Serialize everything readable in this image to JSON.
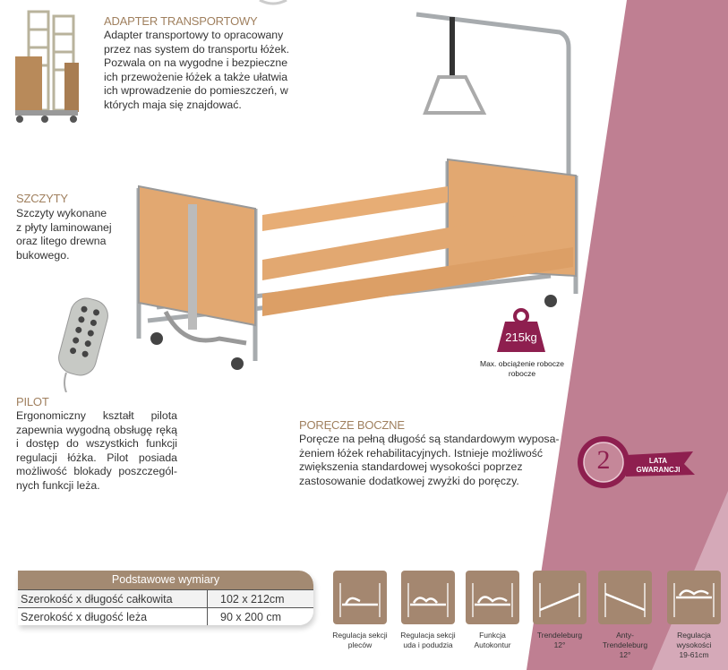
{
  "adapter": {
    "title": "ADAPTER TRANSPORTOWY",
    "lines": [
      "Adapter transportowy to opracowany",
      "przez nas system do transportu łóżek.",
      "Pozwala on na wygodne i bezpieczne",
      "ich przewożenie łóżek a także ułatwia",
      "ich wprowadzenie do pomieszczeń, w",
      "których maja się znajdować."
    ]
  },
  "szczyty": {
    "title": "SZCZYTY",
    "lines": [
      "Szczyty wykonane",
      "z płyty laminowanej",
      "oraz litego drewna",
      "bukowego."
    ]
  },
  "pilot": {
    "title": "PILOT",
    "lines": [
      "Ergonomiczny kształt pilota",
      "zapewnia wygodną obsługę ręką",
      "i dostęp do wszystkich funkcji",
      "regulacji łóżka. Pilot posiada",
      "możliwość blokady poszczegól-",
      "nych funkcji leża."
    ]
  },
  "porecze": {
    "title": "PORĘCZE BOCZNE",
    "lines": [
      "Poręcze na pełną długość są standardowym wyposa-",
      "żeniem łóżek rehabilitacyjnych. Istnieje możliwość",
      "zwiększenia standardowej wysokości poprzez",
      "zastosowanie dodatkowej zwyżki do poręczy."
    ]
  },
  "load": {
    "value": "215kg",
    "caption_lines": [
      "Max. obciążenie robocze",
      "robocze"
    ]
  },
  "warranty": {
    "number": "2",
    "line1": "LATA",
    "line2": "GWARANCJI"
  },
  "dimensions": {
    "header": "Podstawowe wymiary",
    "rows": [
      [
        "Szerokość x długość całkowita",
        "102 x 212cm"
      ],
      [
        "Szerokość x długość leża",
        "90 x 200 cm"
      ]
    ]
  },
  "features": [
    {
      "icon": "backrest-adjust-icon",
      "lines": [
        "Regulacja sekcji",
        "pleców"
      ]
    },
    {
      "icon": "thigh-calf-adjust-icon",
      "lines": [
        "Regulacja sekcji",
        "uda i podudzia"
      ]
    },
    {
      "icon": "autocontour-icon",
      "lines": [
        "Funkcja",
        "Autokontur"
      ]
    },
    {
      "icon": "trendelenburg-icon",
      "lines": [
        "Trendeleburg",
        "12°"
      ]
    },
    {
      "icon": "anti-trendelenburg-icon",
      "lines": [
        "Anty-",
        "Trendeleburg",
        "12°"
      ]
    },
    {
      "icon": "height-adjust-icon",
      "lines": [
        "Regulacja",
        "wysokości",
        "19-61cm"
      ]
    }
  ],
  "colors": {
    "heading": "#a0805f",
    "pink": "#bf7f92",
    "pink_light": "#d5a9b8",
    "badge": "#8e1f4f",
    "tan": "#a48770"
  }
}
